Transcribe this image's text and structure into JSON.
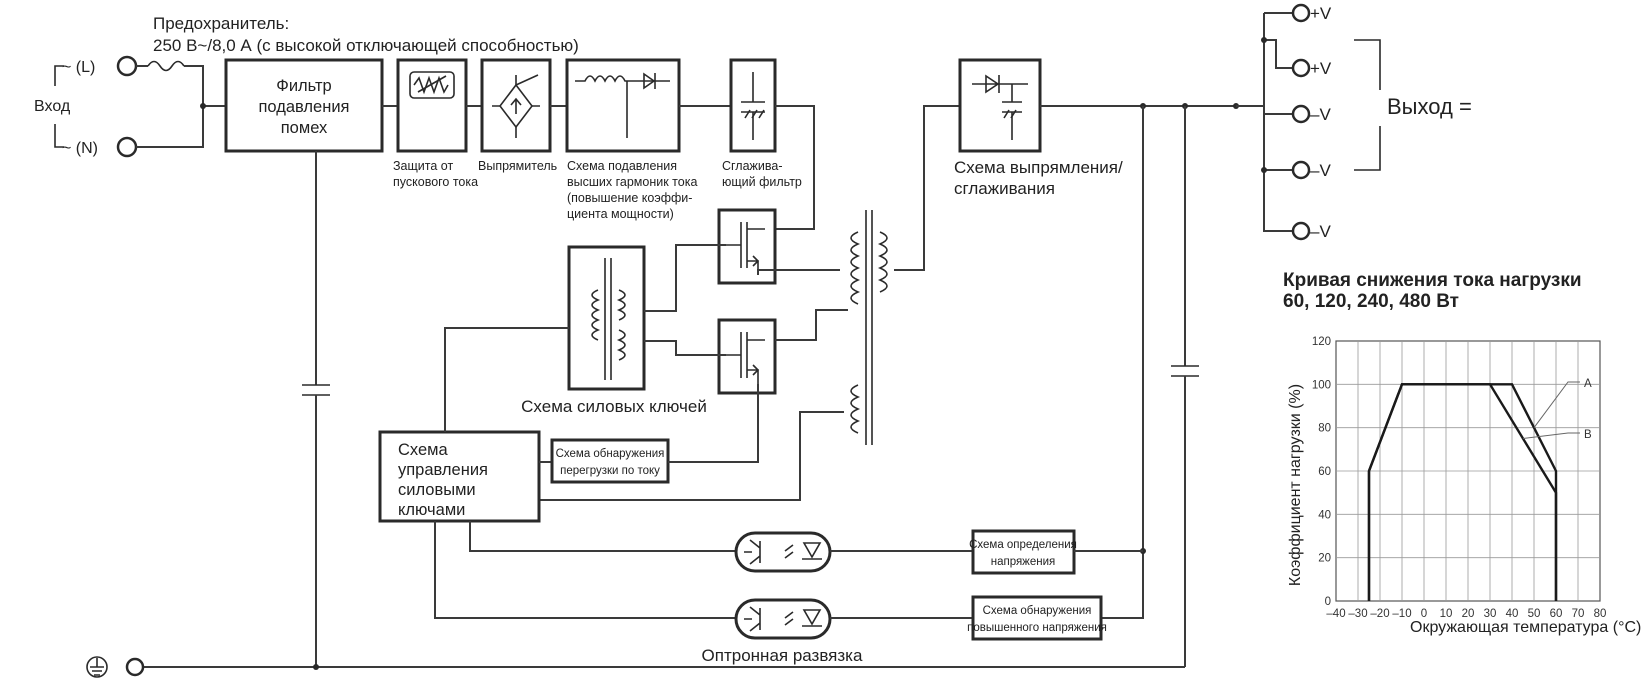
{
  "fuse_label_1": "Предохранитель:",
  "fuse_label_2": "250 В~/8,0 А (с высокой отключающей способностью)",
  "input": {
    "label": "Вход",
    "L": "~ (L)",
    "N": "~ (N)"
  },
  "blocks": {
    "emi_filter": [
      "Фильтр",
      "подавления",
      "помех"
    ],
    "inrush": [
      "Защита от",
      "пускового тока"
    ],
    "rectifier": [
      "Выпрямитель"
    ],
    "pfc": [
      "Схема подавления",
      "высших гармоник тока",
      "(повышение коэффи-",
      "циента мощности)"
    ],
    "smoothing": [
      "Сглажива-",
      "ющий фильтр"
    ],
    "output_rect": [
      "Схема выпрямления/",
      "сглаживания"
    ],
    "power_switches": "Схема силовых ключей",
    "control": [
      "Схема",
      "управления",
      "силовыми",
      "ключами"
    ],
    "overcurrent": [
      "Схема обнаружения",
      "перегрузки по току"
    ],
    "voltage_detect": [
      "Схема определения",
      "напряжения"
    ],
    "overvoltage": [
      "Схема обнаружения",
      "повышенного напряжения"
    ],
    "opto": "Оптронная развязка"
  },
  "outputs": [
    "+V",
    "+V",
    "–V",
    "–V",
    "–V"
  ],
  "output_label": "Выход =",
  "chart_data": {
    "type": "line",
    "title": "Кривая снижения тока нагрузки",
    "subtitle": "60, 120, 240, 480 Вт",
    "xlabel": "Окружающая температура (°C)",
    "ylabel": "Коэффициент нагрузки (%)",
    "xlim": [
      -40,
      80
    ],
    "ylim": [
      0,
      120
    ],
    "xticks": [
      -40,
      -30,
      -20,
      -10,
      0,
      10,
      20,
      30,
      40,
      50,
      60,
      70,
      80
    ],
    "yticks": [
      0,
      20,
      40,
      60,
      80,
      100,
      120
    ],
    "grid": true,
    "series": [
      {
        "name": "A",
        "x": [
          -25,
          -25,
          -10,
          40,
          60,
          60
        ],
        "y": [
          0,
          60,
          100,
          100,
          60,
          0
        ]
      },
      {
        "name": "B",
        "x": [
          -25,
          -25,
          -10,
          30,
          60,
          60
        ],
        "y": [
          0,
          60,
          100,
          100,
          50,
          0
        ]
      }
    ]
  }
}
